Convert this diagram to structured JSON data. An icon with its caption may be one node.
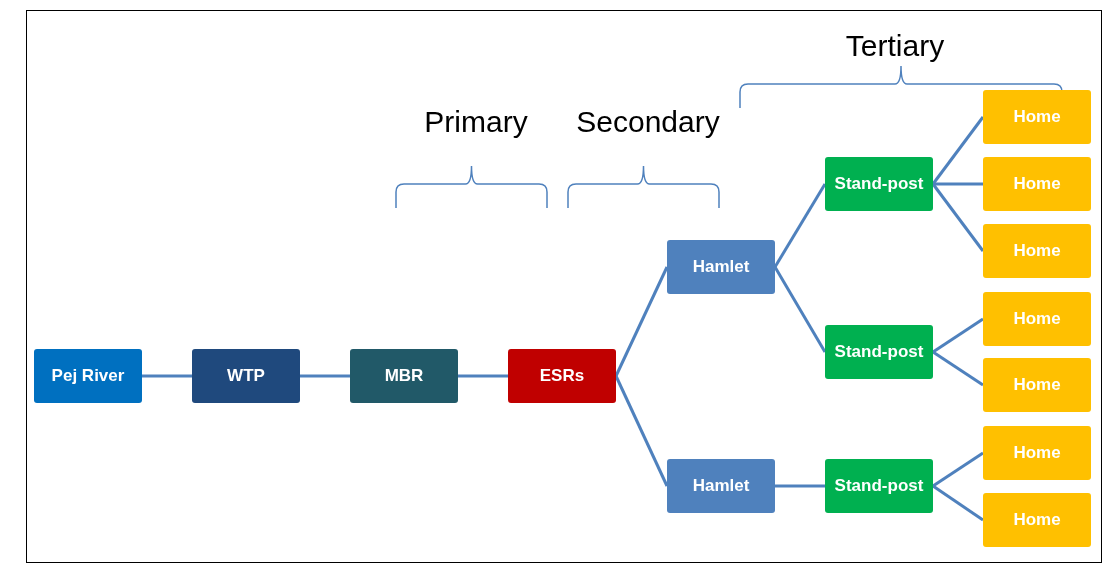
{
  "diagram": {
    "nodes": [
      {
        "text": [
          "Pej River"
        ]
      },
      {
        "text": [
          "WTP"
        ]
      },
      {
        "text": [
          "MBR"
        ]
      },
      {
        "text": [
          "ESRs"
        ]
      },
      {
        "text": [
          "Hamlet"
        ]
      },
      {
        "text": [
          "Hamlet"
        ]
      },
      {
        "text": [
          "Stand-post"
        ]
      },
      {
        "text": [
          "Stand-post"
        ]
      },
      {
        "text": [
          "Stand-post"
        ]
      },
      {
        "text": [
          "Home"
        ]
      },
      {
        "text": [
          "Home"
        ]
      },
      {
        "text": [
          "Home"
        ]
      },
      {
        "text": [
          "Home"
        ]
      },
      {
        "text": [
          "Home"
        ]
      },
      {
        "text": [
          "Home"
        ]
      },
      {
        "text": [
          "Home"
        ]
      }
    ],
    "edges": [
      {
        "from": 0,
        "to": 1,
        "arrow": "none"
      },
      {
        "from": 1,
        "to": 2,
        "arrow": "none"
      },
      {
        "from": 2,
        "to": 3,
        "arrow": "none"
      },
      {
        "from": 3,
        "to": 4,
        "arrow": "none"
      },
      {
        "from": 3,
        "to": 5,
        "arrow": "none"
      },
      {
        "from": 4,
        "to": 6,
        "arrow": "none"
      },
      {
        "from": 4,
        "to": 7,
        "arrow": "none"
      },
      {
        "from": 5,
        "to": 8,
        "arrow": "none"
      },
      {
        "from": 6,
        "to": 9,
        "arrow": "none"
      },
      {
        "from": 6,
        "to": 10,
        "arrow": "none"
      },
      {
        "from": 6,
        "to": 11,
        "arrow": "none"
      },
      {
        "from": 7,
        "to": 12,
        "arrow": "none"
      },
      {
        "from": 7,
        "to": 13,
        "arrow": "none"
      },
      {
        "from": 8,
        "to": 14,
        "arrow": "none"
      },
      {
        "from": 8,
        "to": 15,
        "arrow": "none"
      }
    ],
    "labels": [
      "Tertiary",
      "Primary",
      "Secondary"
    ]
  }
}
